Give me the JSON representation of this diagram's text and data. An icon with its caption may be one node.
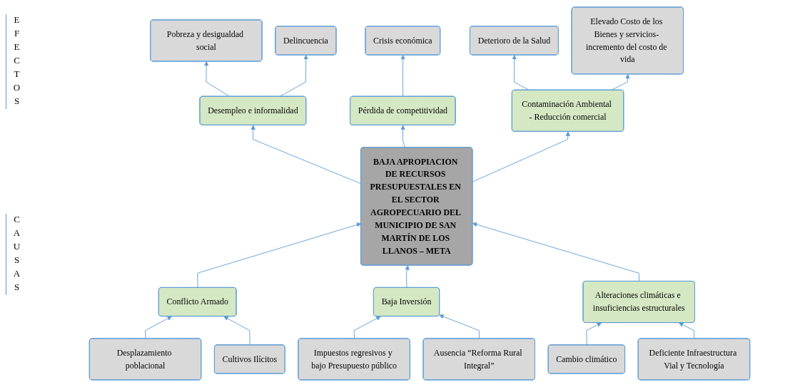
{
  "diagram": {
    "nodes": [
      {
        "text": [
          "Pobreza y desigualdad social"
        ]
      },
      {
        "text": [
          "Delincuencia"
        ]
      },
      {
        "text": [
          "Crisis económica"
        ]
      },
      {
        "text": [
          "Deterioro de la Salud"
        ]
      },
      {
        "text": [
          "Elevado Costo de los Bienes y servicios- incremento del costo de vida"
        ]
      },
      {
        "text": [
          "Desempleo e informalidad"
        ]
      },
      {
        "text": [
          "Pérdida de competitividad"
        ]
      },
      {
        "text": [
          "Contaminación Ambiental - Reducción comercial"
        ]
      },
      {
        "text": [
          "BAJA APROPIACION DE RECURSOS PRESUPUESTALES EN EL SECTOR AGROPECUARIO DEL MUNICIPIO DE SAN MARTÍN DE LOS LLANOS – META"
        ]
      },
      {
        "text": [
          "Conflicto Armado"
        ]
      },
      {
        "text": [
          "Baja Inversión"
        ]
      },
      {
        "text": [
          "Alteraciones climáticas e insuficiencias estructurales"
        ]
      },
      {
        "text": [
          "Desplazamiento poblacional"
        ]
      },
      {
        "text": [
          "Cultivos Ilícitos"
        ]
      },
      {
        "text": [
          "Impuestos regresivos y bajo Presupuesto público"
        ]
      },
      {
        "text": [
          "Ausencia “Reforma Rural Integral”"
        ]
      },
      {
        "text": [
          "Cambio climático"
        ]
      },
      {
        "text": [
          "Deficiente Infraestructura Vial y Tecnología"
        ]
      }
    ],
    "edges": [
      {
        "from": 8,
        "to": 5,
        "arrow": "to"
      },
      {
        "from": 8,
        "to": 6,
        "arrow": "to"
      },
      {
        "from": 8,
        "to": 7,
        "arrow": "to"
      },
      {
        "from": 5,
        "to": 0,
        "arrow": "to"
      },
      {
        "from": 5,
        "to": 1,
        "arrow": "to"
      },
      {
        "from": 6,
        "to": 2,
        "arrow": "to"
      },
      {
        "from": 7,
        "to": 3,
        "arrow": "to"
      },
      {
        "from": 7,
        "to": 4,
        "arrow": "to"
      },
      {
        "from": 9,
        "to": 8,
        "arrow": "to"
      },
      {
        "from": 10,
        "to": 8,
        "arrow": "to"
      },
      {
        "from": 11,
        "to": 8,
        "arrow": "to"
      },
      {
        "from": 12,
        "to": 9,
        "arrow": "to"
      },
      {
        "from": 13,
        "to": 9,
        "arrow": "to"
      },
      {
        "from": 14,
        "to": 10,
        "arrow": "to"
      },
      {
        "from": 15,
        "to": 10,
        "arrow": "to"
      },
      {
        "from": 16,
        "to": 11,
        "arrow": "to"
      },
      {
        "from": 17,
        "to": 11,
        "arrow": "to"
      }
    ],
    "labels": [
      "EFECTOS",
      "CAUSAS"
    ]
  }
}
